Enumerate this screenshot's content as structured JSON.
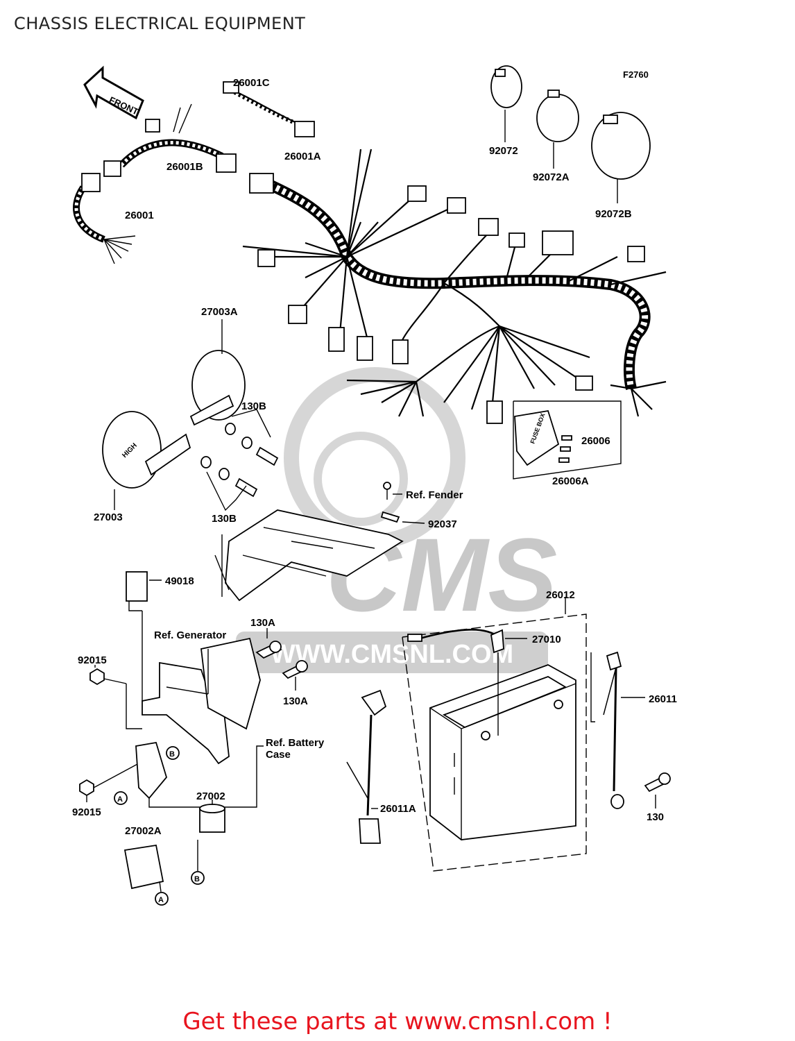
{
  "title": "CHASSIS ELECTRICAL EQUIPMENT",
  "figure_code": "F2760",
  "front_arrow_label": "FRONT",
  "watermark": {
    "brand": "CMS",
    "url": "WWW.CMSNL.COM"
  },
  "part_labels": {
    "p26001C": "26001C",
    "p26001A": "26001A",
    "p26001B": "26001B",
    "p26001": "26001",
    "p92072": "92072",
    "p92072A": "92072A",
    "p92072B": "92072B",
    "p27003A": "27003A",
    "p130B_top": "130B",
    "p130B_bottom": "130B",
    "p27003": "27003",
    "p26006": "26006",
    "p26006A": "26006A",
    "ref_fender": "Ref. Fender",
    "p92037": "92037",
    "p49018": "49018",
    "p26012": "26012",
    "ref_generator": "Ref. Generator",
    "p130A_top": "130A",
    "p27010": "27010",
    "p92015_top": "92015",
    "p130A_bottom": "130A",
    "p26011": "26011",
    "ref_battery_case_1": "Ref. Battery",
    "ref_battery_case_2": "Case",
    "p92015_bottom": "92015",
    "p27002": "27002",
    "p26011A": "26011A",
    "p130": "130",
    "p27002A": "27002A",
    "marker_a": "A",
    "marker_b": "B",
    "fuse_box_text": "FUSE BOX",
    "horn_text": "HIGH"
  },
  "cta": {
    "text": "Get these parts at www.cmsnl.com !"
  }
}
